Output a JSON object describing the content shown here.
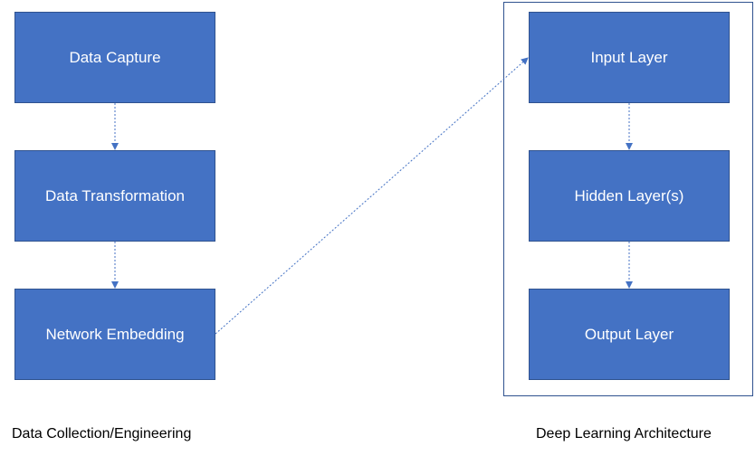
{
  "left_group": {
    "caption": "Data Collection/Engineering",
    "boxes": [
      "Data Capture",
      "Data Transformation",
      "Network Embedding"
    ]
  },
  "right_group": {
    "caption": "Deep Learning Architecture",
    "boxes": [
      "Input Layer",
      "Hidden Layer(s)",
      "Output Layer"
    ]
  },
  "colors": {
    "box_fill": "#4472c4",
    "box_border": "#2f528f",
    "connector": "#4472c4",
    "frame": "#2f528f"
  }
}
